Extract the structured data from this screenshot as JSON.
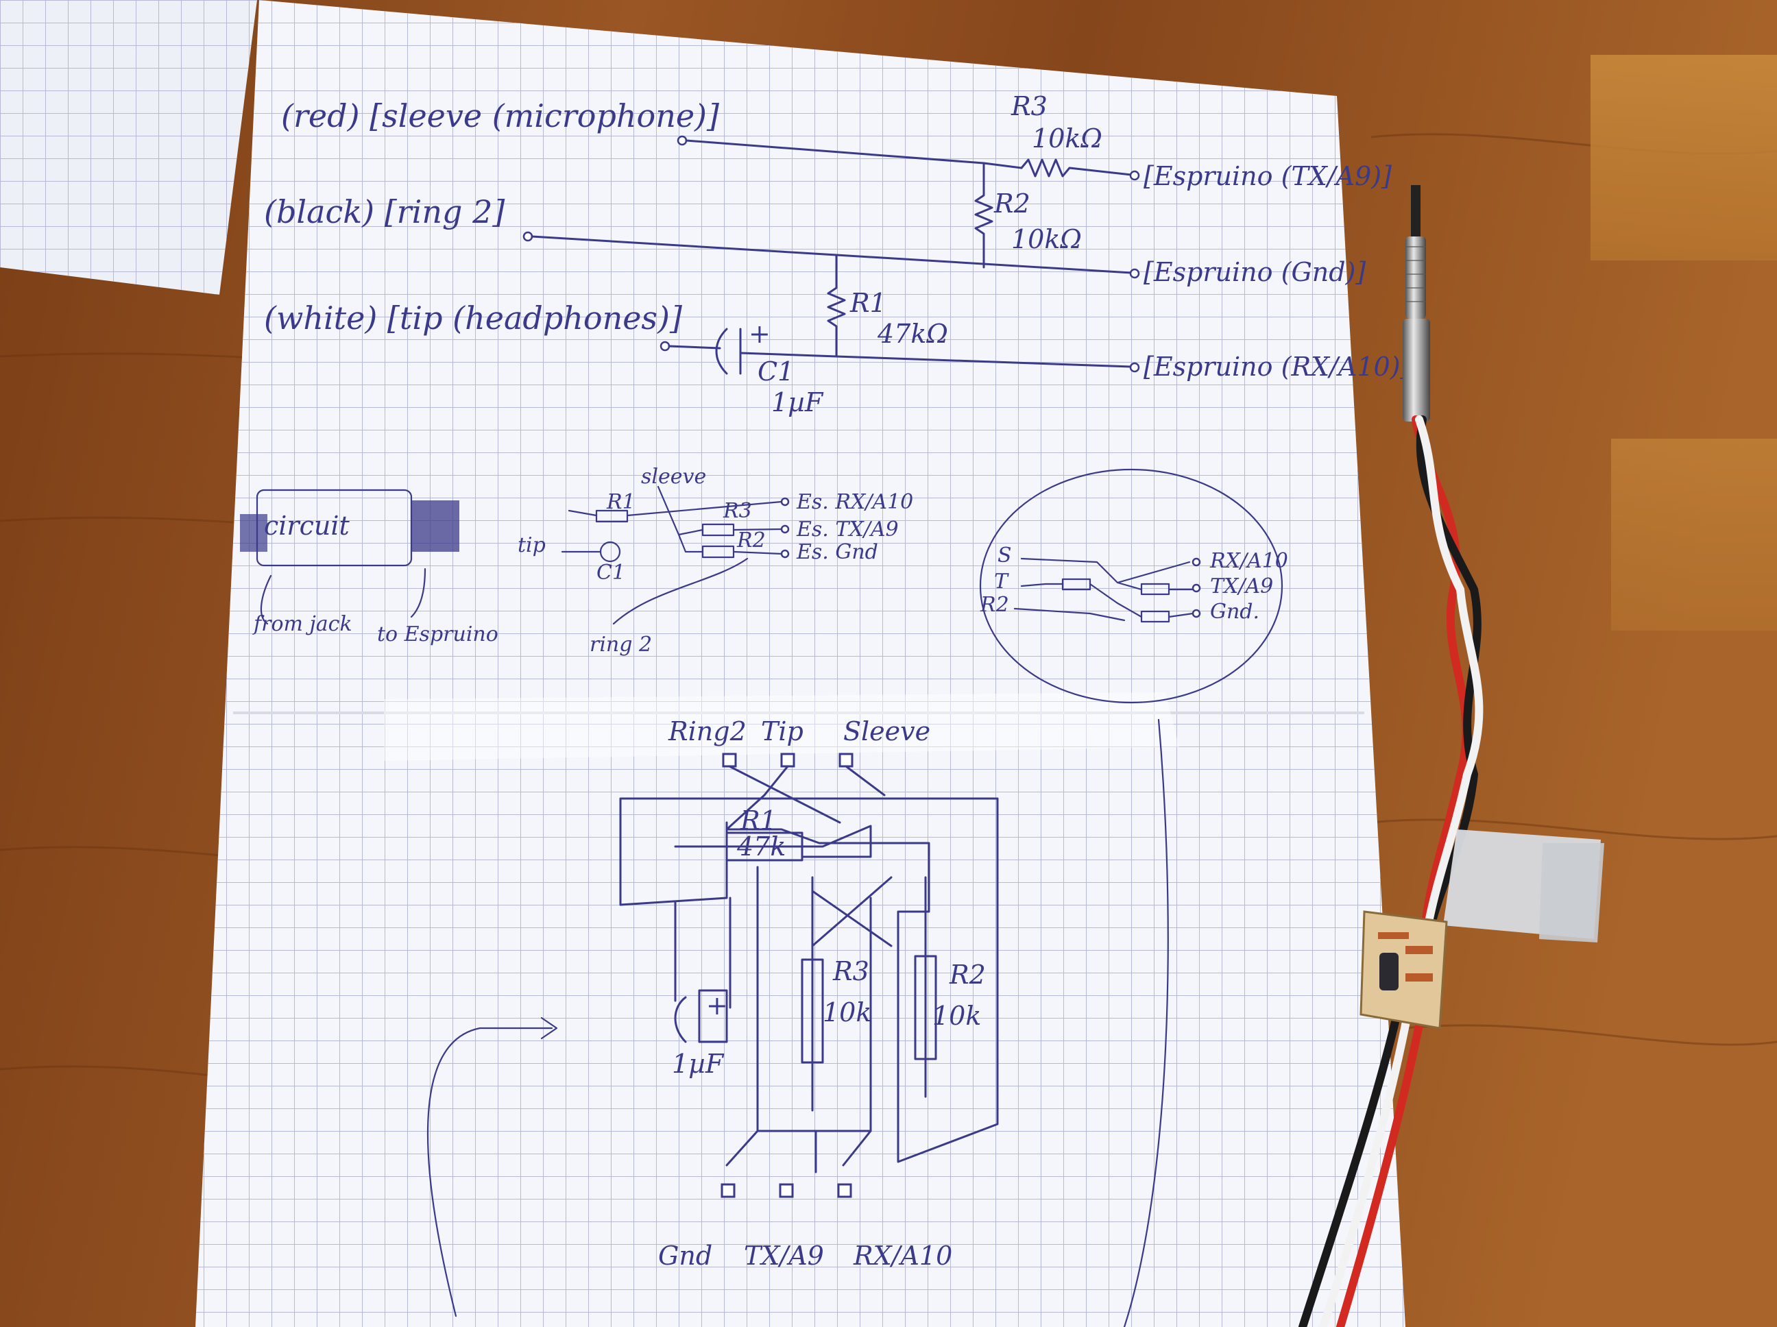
{
  "colors": {
    "wood": "#8a4a1e",
    "paper": "#f5f6fb",
    "grid": "#b7b9d8",
    "ink": "#3b3a8a",
    "wire_red": "#d22a20",
    "wire_black": "#1a1a1a",
    "wire_white": "#f2f2f2"
  },
  "schematic": {
    "row1_label": "(red) [sleeve (microphone)]",
    "row2_label": "(black) [ring 2]",
    "row3_label": "(white) [tip (headphones)]",
    "r3_name": "R3",
    "r3_value": "10kΩ",
    "r2_name": "R2",
    "r2_value": "10kΩ",
    "r1_name": "R1",
    "r1_value": "47kΩ",
    "c1_name": "C1",
    "c1_value": "1µF",
    "out1": "[Espruino (TX/A9)]",
    "out2": "[Espruino (Gnd)]",
    "out3": "[Espruino (RX/A10)]"
  },
  "sketches": {
    "circuit_label": "circuit",
    "from_jack": "from jack",
    "to_espruino": "to Espruino",
    "mid_sleeve": "sleeve",
    "mid_tip": "tip",
    "mid_ring2": "ring 2",
    "mid_r1": "R1",
    "mid_r2": "R2",
    "mid_r3": "R3",
    "mid_c1": "C1",
    "mid_out1": "Es. RX/A10",
    "mid_out2": "Es. TX/A9",
    "mid_out3": "Es. Gnd",
    "circle_s": "S",
    "circle_t": "T",
    "circle_r2": "R2",
    "circle_out1": "RX/A10",
    "circle_out2": "TX/A9",
    "circle_out3": "Gnd."
  },
  "layout_drawing": {
    "top_ring2": "Ring2",
    "top_tip": "Tip",
    "top_sleeve": "Sleeve",
    "r1": "R1",
    "r1_value": "47k",
    "r3": "R3",
    "r3_value": "10k",
    "r2": "R2",
    "r2_value": "10k",
    "cap_value": "1µF",
    "cap_plus": "+",
    "bottom_gnd": "Gnd",
    "bottom_tx": "TX/A9",
    "bottom_rx": "RX/A10"
  }
}
